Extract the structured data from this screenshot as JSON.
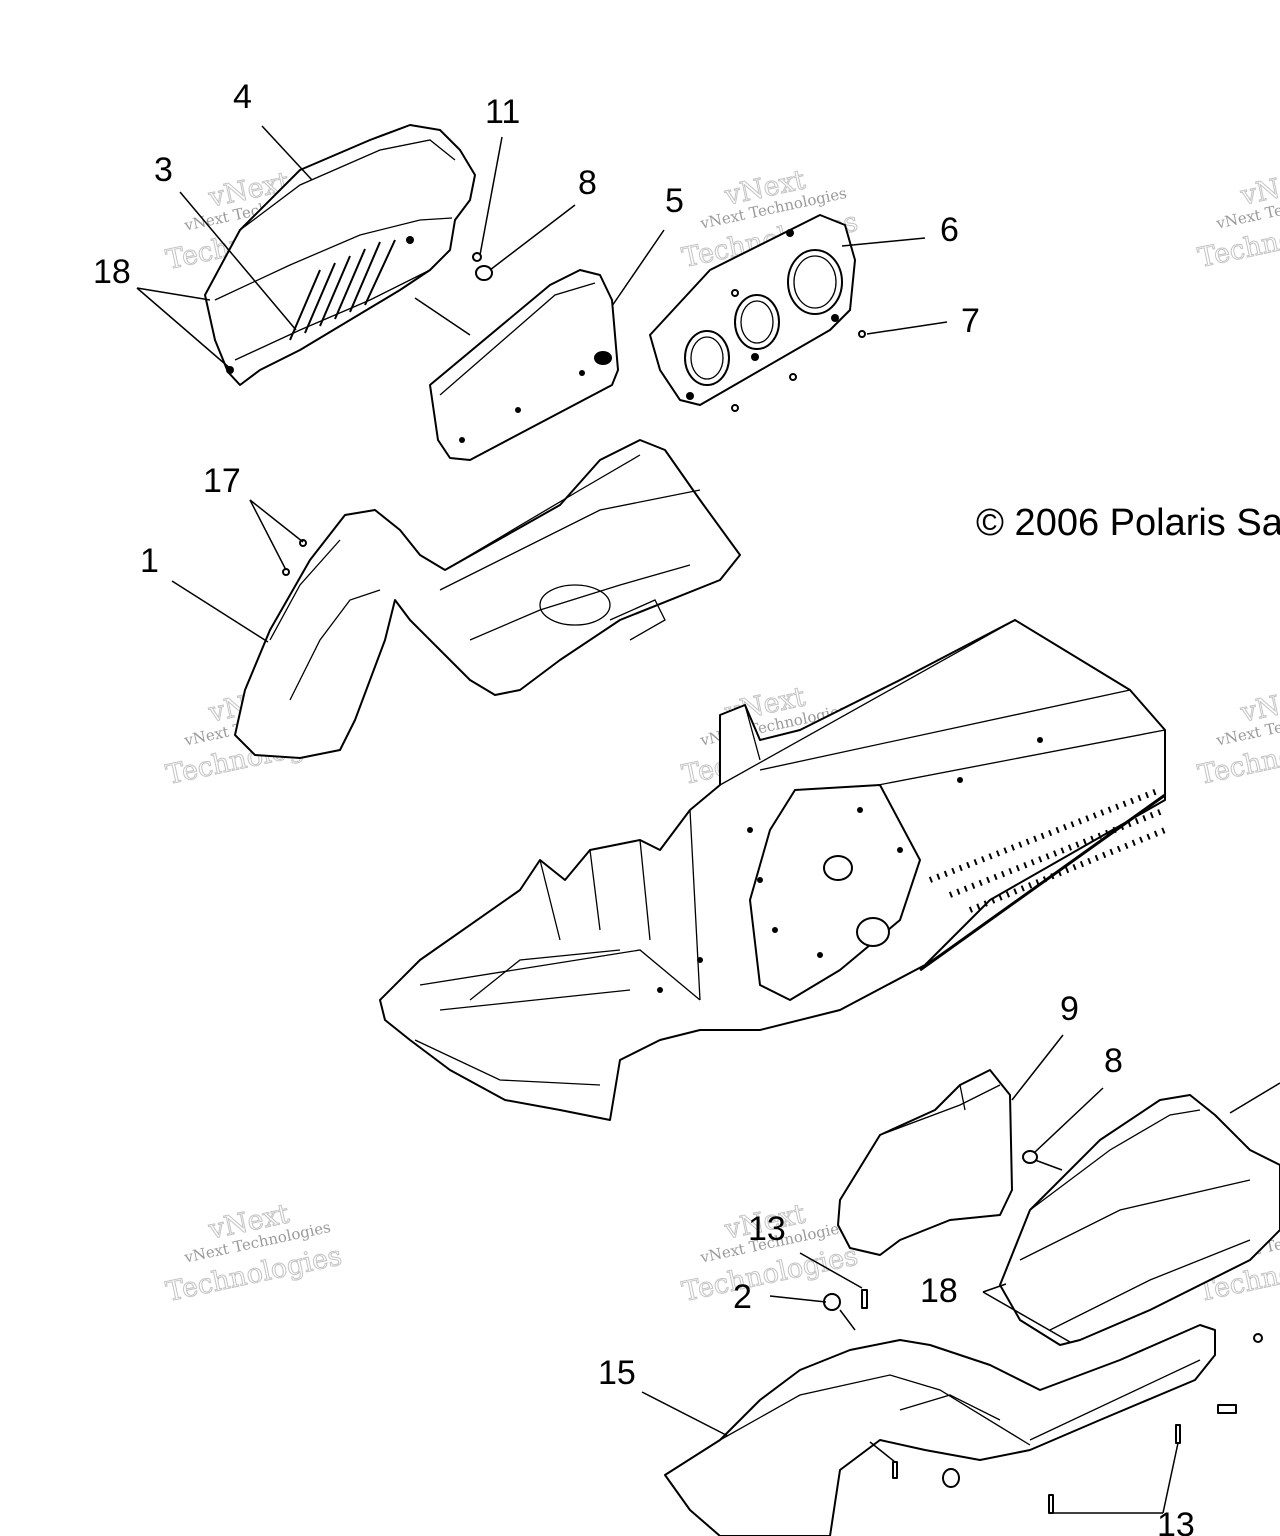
{
  "diagram": {
    "copyright": "© 2006 Polaris Sa",
    "callouts": {
      "c1": "1",
      "c2": "2",
      "c3": "3",
      "c4": "4",
      "c5": "5",
      "c6": "6",
      "c7": "7",
      "c8a": "8",
      "c8b": "8",
      "c9": "9",
      "c11": "11",
      "c13a": "13",
      "c13b": "13",
      "c15": "15",
      "c17": "17",
      "c18a": "18",
      "c18b": "18"
    },
    "watermark": {
      "line1": "vNext Technologies",
      "line2": "vNext",
      "line3": "Technologies"
    }
  }
}
